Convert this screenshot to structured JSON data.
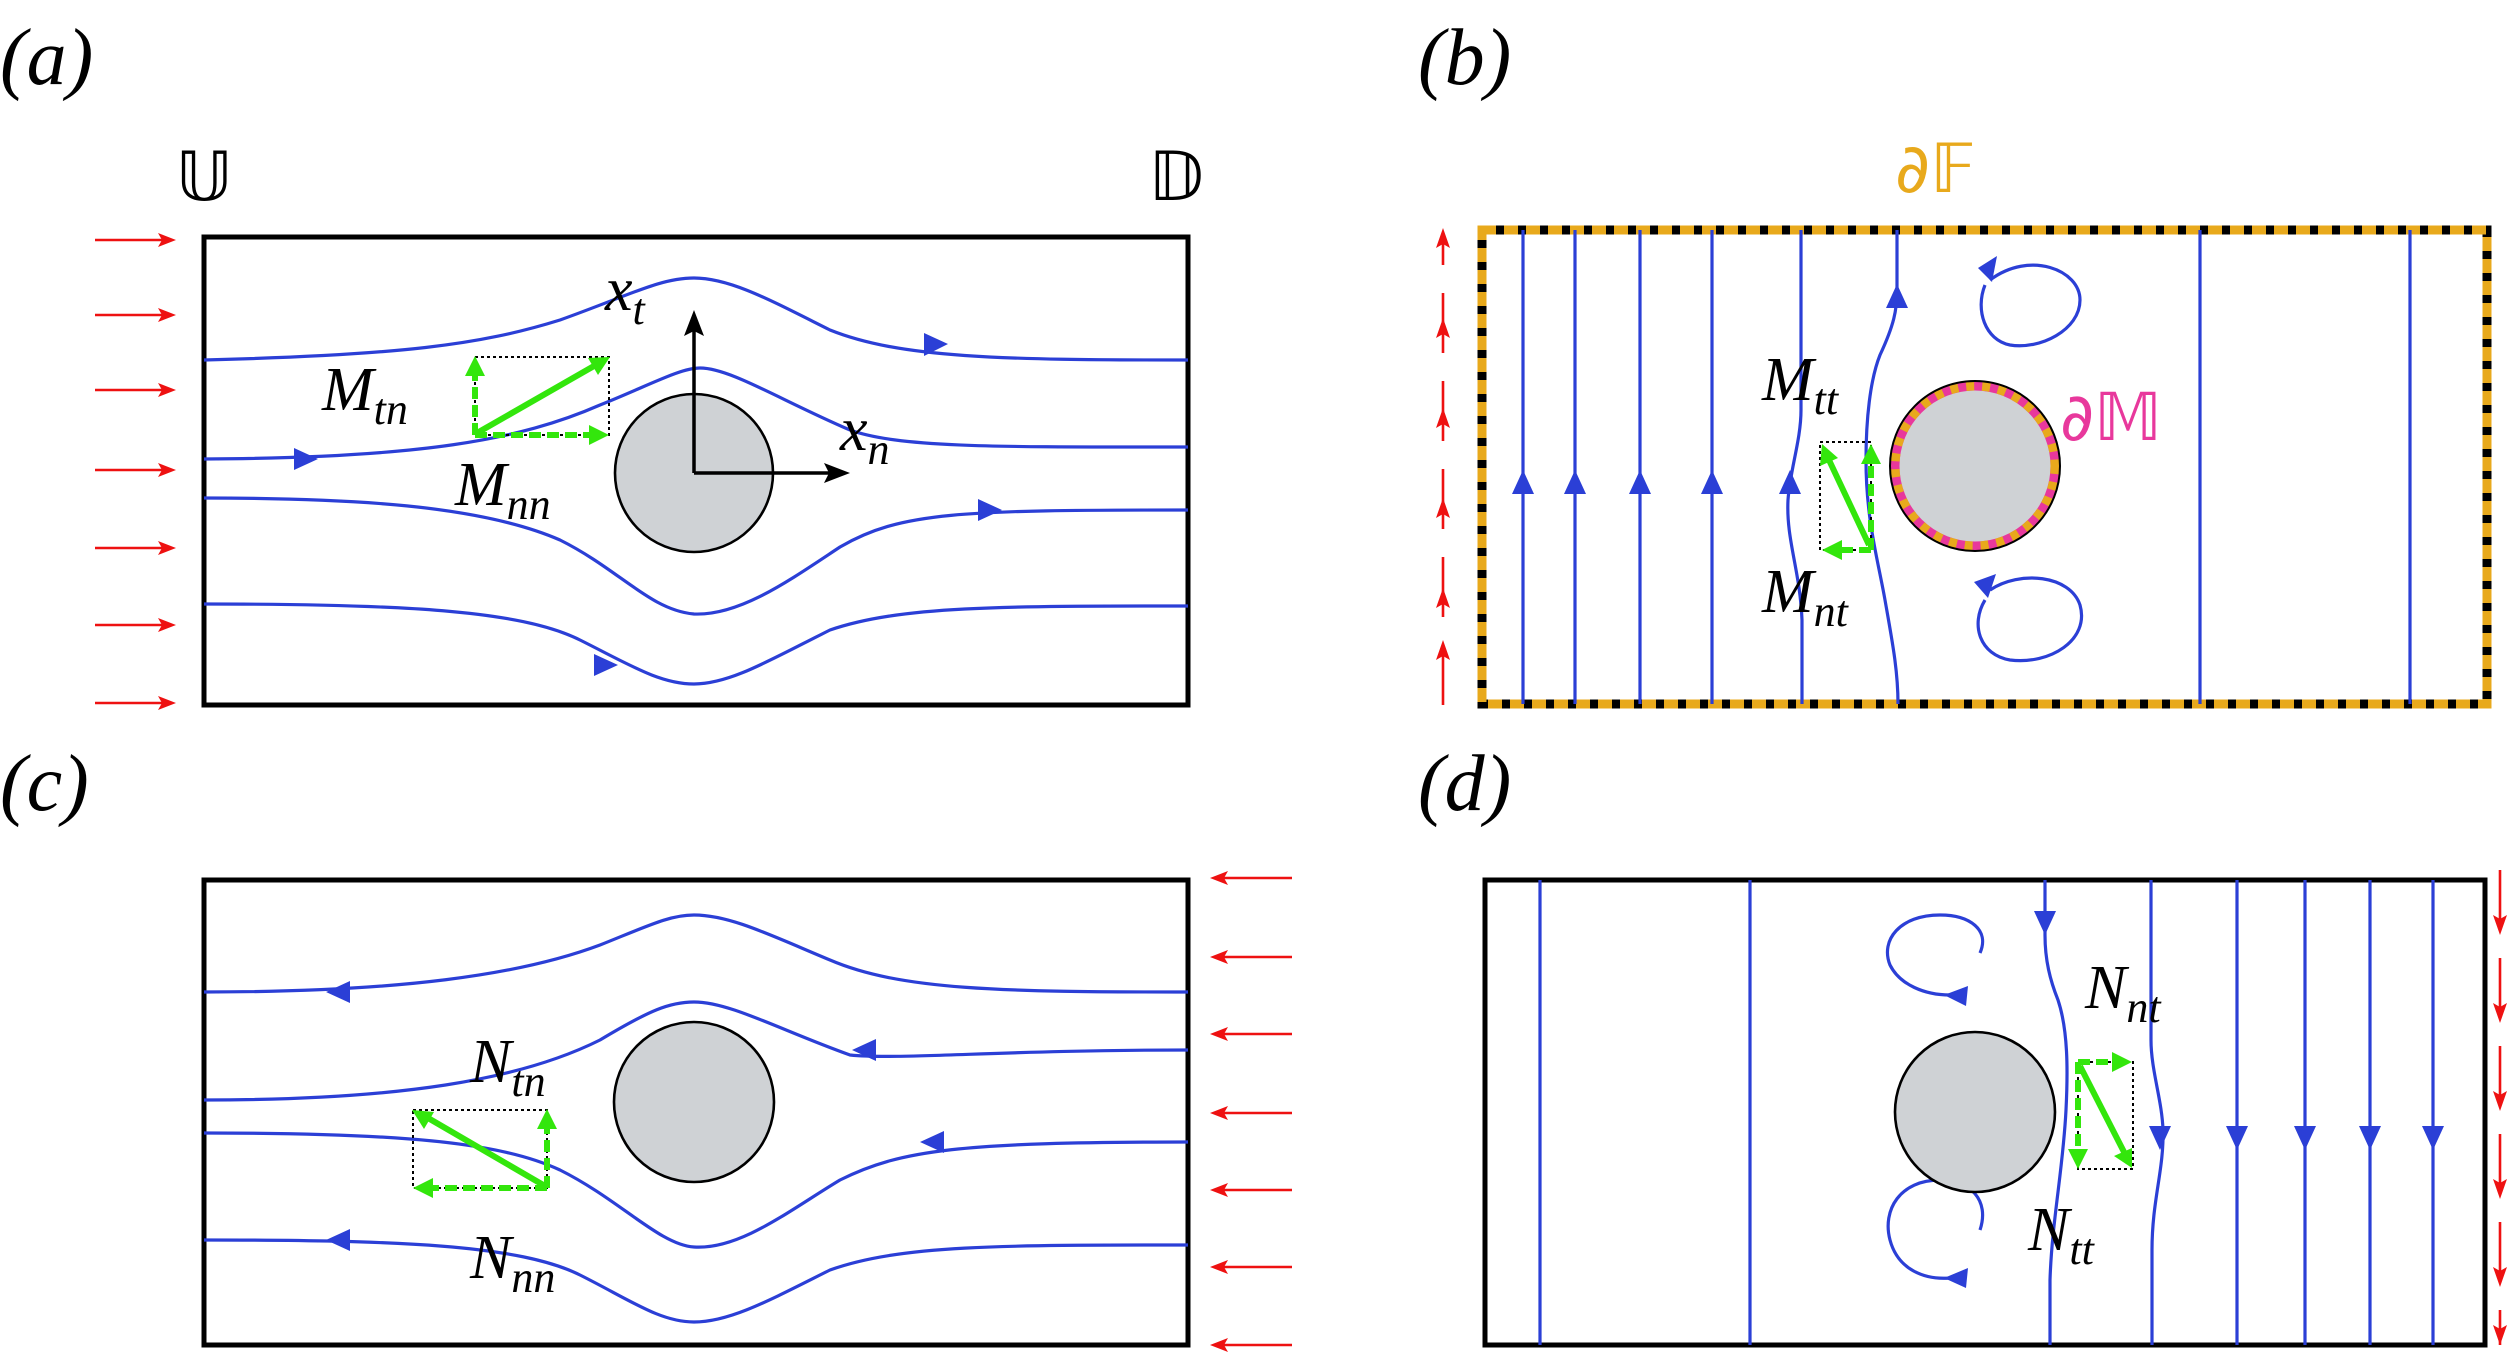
{
  "panels": {
    "a": {
      "tag": "(a)",
      "upstream_label": "𝕌",
      "downstream_label": "𝔻",
      "axis_t": {
        "base": "x",
        "sub": "t"
      },
      "axis_n": {
        "base": "x",
        "sub": "n"
      },
      "vec_tn": {
        "base": "M",
        "sub": "tn"
      },
      "vec_nn": {
        "base": "M",
        "sub": "nn"
      }
    },
    "b": {
      "tag": "(b)",
      "outer_boundary": "∂𝔽",
      "body_boundary": "∂𝕄",
      "vec_tt": {
        "base": "M",
        "sub": "tt"
      },
      "vec_nt": {
        "base": "M",
        "sub": "nt"
      }
    },
    "c": {
      "tag": "(c)",
      "vec_tn": {
        "base": "N",
        "sub": "tn"
      },
      "vec_nn": {
        "base": "N",
        "sub": "nn"
      }
    },
    "d": {
      "tag": "(d)",
      "vec_nt": {
        "base": "N",
        "sub": "nt"
      },
      "vec_tt": {
        "base": "N",
        "sub": "tt"
      }
    }
  },
  "colors": {
    "streamline": "#2b3fd6",
    "inflow_arrow": "#ee1111",
    "vector": "#33e60c",
    "cylinder": "#cfd2d5",
    "outer_boundary": "#e8a91c",
    "body_boundary": "#e8389c"
  }
}
